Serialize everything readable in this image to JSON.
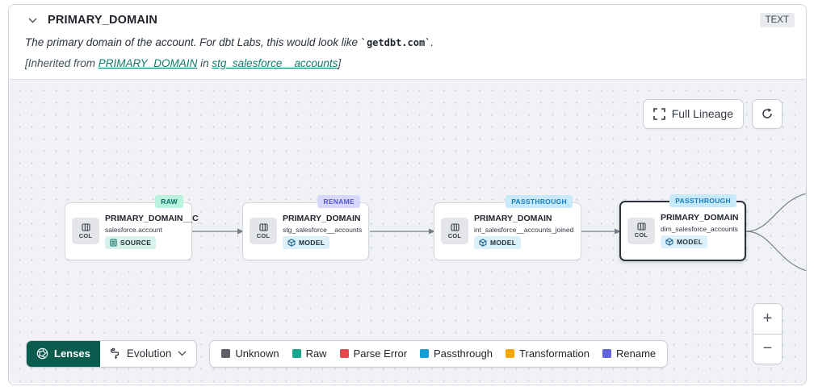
{
  "header": {
    "title": "PRIMARY_DOMAIN",
    "type_badge": "TEXT",
    "description": {
      "prefix": "The primary domain of the account. For dbt Labs, this would look like ",
      "code": "`getdbt.com`",
      "suffix": "."
    },
    "inherited": {
      "prefix": "[Inherited from ",
      "column_link": "PRIMARY_DOMAIN",
      "middle": " in ",
      "model_link": "stg_salesforce__accounts",
      "suffix": "]"
    }
  },
  "canvas": {
    "full_lineage_label": "Full Lineage",
    "nodes": [
      {
        "badge": "RAW",
        "title": "PRIMARY_DOMAIN__C",
        "subtitle": "salesforce.account",
        "kind": "SOURCE",
        "col_label": "COL",
        "selected": false
      },
      {
        "badge": "RENAME",
        "title": "PRIMARY_DOMAIN",
        "subtitle": "stg_salesforce__accounts",
        "kind": "MODEL",
        "col_label": "COL",
        "selected": false
      },
      {
        "badge": "PASSTHROUGH",
        "title": "PRIMARY_DOMAIN",
        "subtitle": "int_salesforce__accounts_joined",
        "kind": "MODEL",
        "col_label": "COL",
        "selected": false
      },
      {
        "badge": "PASSTHROUGH",
        "title": "PRIMARY_DOMAIN",
        "subtitle": "dim_salesforce_accounts",
        "kind": "MODEL",
        "col_label": "COL",
        "selected": true
      }
    ]
  },
  "toolbar": {
    "lenses_label": "Lenses",
    "lens_selected": "Evolution"
  },
  "legend": {
    "items": [
      {
        "label": "Unknown",
        "color": "#5c5f66"
      },
      {
        "label": "Raw",
        "color": "#13a88d"
      },
      {
        "label": "Parse Error",
        "color": "#e5484d"
      },
      {
        "label": "Passthrough",
        "color": "#0f9fd8"
      },
      {
        "label": "Transformation",
        "color": "#f5a600"
      },
      {
        "label": "Rename",
        "color": "#6163e1"
      }
    ]
  },
  "zoom_controls": {
    "zoom_in": "+",
    "zoom_out": "−"
  },
  "icons": {
    "collapse": "chevron-down-icon",
    "full_lineage": "expand-icon",
    "refresh": "refresh-icon",
    "lenses": "aperture-icon",
    "evolution": "route-icon",
    "column": "column-icon",
    "source": "source-icon",
    "model": "model-icon"
  },
  "colors": {
    "accent_teal": "#0e7c6b",
    "lenses_bg": "#0a5c4e",
    "badge_raw_bg": "#b9f3de",
    "badge_rename_bg": "#d8d8fb",
    "badge_passthrough_bg": "#c7e9fa"
  }
}
